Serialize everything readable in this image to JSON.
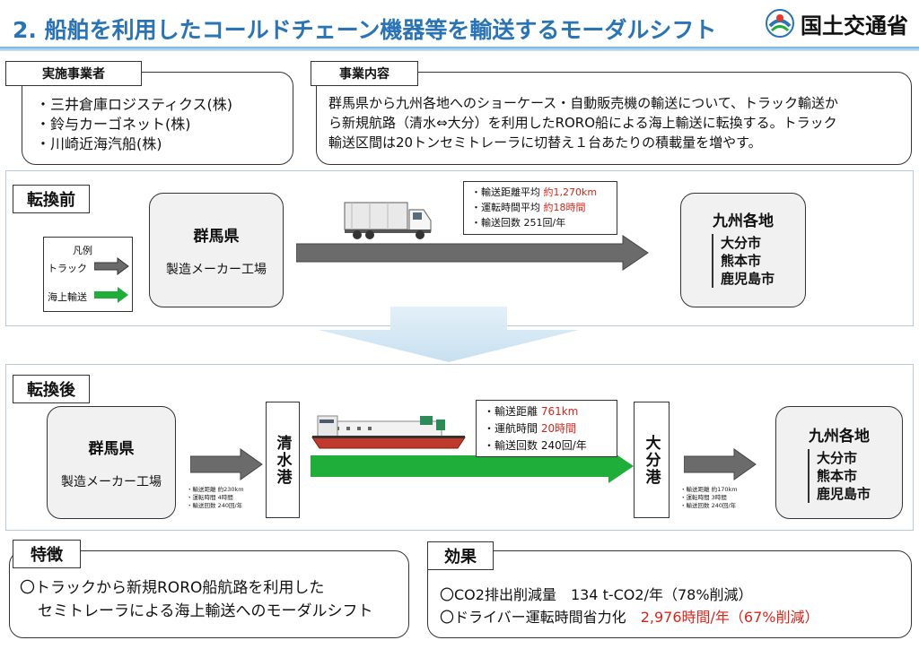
{
  "header": {
    "title": "2. 船舶を利用したコールドチェーン機器等を輸送するモーダルシフト",
    "logo_text": "国土交通省"
  },
  "operators": {
    "heading": "実施事業者",
    "items": [
      "・三井倉庫ロジスティクス(株)",
      "・鈴与カーゴネット(株)",
      "・川崎近海汽船(株)"
    ]
  },
  "business": {
    "heading": "事業内容",
    "lines": [
      "群馬県から九州各地へのショーケース・自動販売機の輸送について、トラック輸送か",
      "ら新規航路（清水⇔大分）を利用したRORO船による海上輸送に転換する。トラック",
      "輸送区間は20トンセミトレーラに切替え１台あたりの積載量を増やす。"
    ]
  },
  "before": {
    "heading": "転換前",
    "origin_title": "群馬県",
    "origin_sub": "製造メーカー工場",
    "legend_title": "凡例",
    "legend_truck": "トラック",
    "legend_sea": "海上輸送",
    "info": [
      {
        "label": "・輸送距離平均 ",
        "value": "約1,270km"
      },
      {
        "label": "・運転時間平均 ",
        "value": "約18時間"
      },
      {
        "label": "・輸送回数 251回/年",
        "value": ""
      }
    ],
    "dest_title": "九州各地",
    "dest_cities": [
      "大分市",
      "熊本市",
      "鹿児島市"
    ]
  },
  "after": {
    "heading": "転換後",
    "origin_title": "群馬県",
    "origin_sub": "製造メーカー工場",
    "port1": "清水港",
    "port2": "大分港",
    "info": [
      {
        "label": "・輸送距離 ",
        "value": "761km"
      },
      {
        "label": "・運航時間 ",
        "value": "20時間"
      },
      {
        "label": "・輸送回数 240回/年",
        "value": ""
      }
    ],
    "mini_left": [
      "・輸送距離 約230km",
      "・運転時間 4時間",
      "・輸送回数 240回/年"
    ],
    "mini_right": [
      "・輸送距離 約170km",
      "・運転時間 3時間",
      "・輸送回数 240回/年"
    ],
    "dest_title": "九州各地",
    "dest_cities": [
      "大分市",
      "熊本市",
      "鹿児島市"
    ]
  },
  "features": {
    "heading": "特徴",
    "line1": "〇トラックから新規RORO船航路を利用した",
    "line2": "セミトレーラによる海上輸送へのモーダルシフト"
  },
  "effects": {
    "heading": "効果",
    "line1": "〇CO2排出削減量　134 t-CO2/年（78%削減）",
    "line2_black": "〇ドライバー運転時間省力化　",
    "line2_red": "2,976時間/年（67%削減）"
  },
  "colors": {
    "truck_arrow": "#6b6b6b",
    "sea_arrow": "#1fae3a",
    "title_blue": "#2a73b5",
    "highlight_red": "#d8261b"
  }
}
